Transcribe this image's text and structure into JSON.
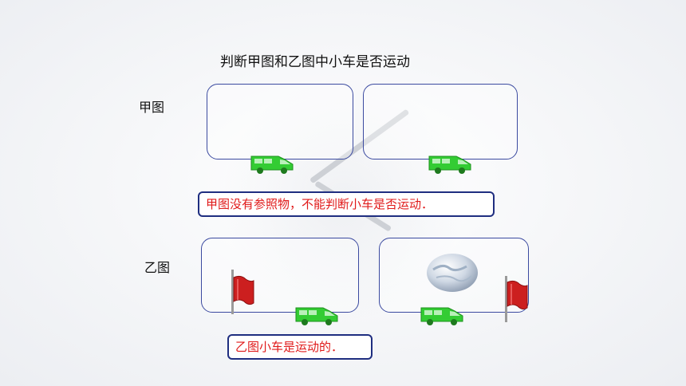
{
  "title": "判断甲图和乙图中小车是否运动",
  "labels": {
    "jia": "甲图",
    "yi": "乙图"
  },
  "notes": {
    "jia": "甲图没有参照物，不能判断小车是否运动．",
    "yi": "乙图小车是运动的．"
  },
  "colors": {
    "frame": "#3b4aa0",
    "note_text": "#e01a1a",
    "note_border": "#1f2e80",
    "car": "#33cc33",
    "flag": "#cc1f1f"
  },
  "icons": {
    "car": "green-van-icon",
    "flag": "red-flag-icon",
    "globe": "globe-icon"
  }
}
